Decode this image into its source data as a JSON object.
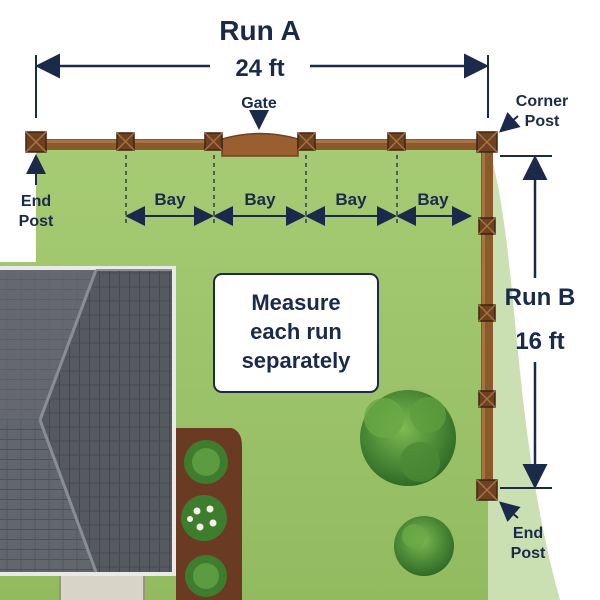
{
  "diagram": {
    "run_a": {
      "name": "Run A",
      "length": "24 ft"
    },
    "run_b": {
      "name": "Run B",
      "length": "16 ft"
    },
    "gate_label": "Gate",
    "bay_label": "Bay",
    "end_post_label": [
      "End",
      "Post"
    ],
    "corner_post_label": [
      "Corner",
      "Post"
    ],
    "note_lines": [
      "Measure",
      "each run",
      "separately"
    ]
  },
  "colors": {
    "lawn": "#9cc36a",
    "fence": "#8a5a2b",
    "post": "#6e4220",
    "roof": "#5f636a",
    "text": "#1b2a4a",
    "mulch": "#6a3a22"
  }
}
